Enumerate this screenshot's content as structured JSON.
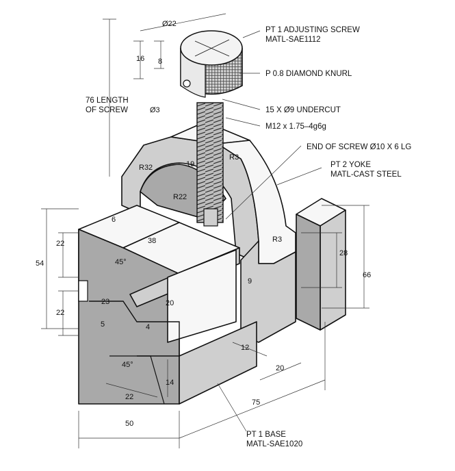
{
  "callouts": {
    "pt1_screw": "PT 1   ADJUSTING SCREW",
    "pt1_matl": "MATL-SAE1112",
    "knurl": "P 0.8 DIAMOND KNURL",
    "undercut": "15 X Ø9 UNDERCUT",
    "thread": "M12 x 1.75–4g6g",
    "end_screw": "END OF SCREW Ø10 X 6 LG",
    "pt2_yoke": "PT 2   YOKE",
    "pt2_matl": "MATL-CAST STEEL",
    "base": "PT 1   BASE",
    "base_matl": "MATL-SAE1020",
    "length_line1": "76 LENGTH",
    "length_line2": "OF SCREW"
  },
  "dims": {
    "d22": "Ø22",
    "d16": "16",
    "d8": "8",
    "d3": "Ø3",
    "r32": "R32",
    "d19": "19",
    "r3a": "R3",
    "r22": "R22",
    "d6": "6",
    "d38": "38",
    "r3b": "R3",
    "d28": "28",
    "d66": "66",
    "d9": "9",
    "d22a": "22",
    "d54": "54",
    "a45a": "45°",
    "d23": "23",
    "d20": "20",
    "d22b": "22",
    "d5": "5",
    "d4": "4",
    "d12": "12",
    "d20b": "20",
    "a45b": "45°",
    "d14": "14",
    "d22c": "22",
    "d75": "75",
    "d50": "50"
  },
  "icons": [
    "knurl-pattern",
    "thread-pattern"
  ]
}
